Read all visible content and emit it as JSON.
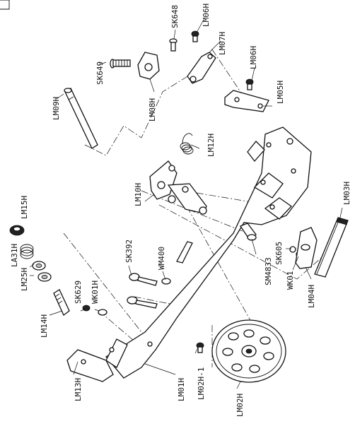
{
  "labels": {
    "SK648": "SK648",
    "LM06H_top": "LM06H",
    "LM07H": "LM07H",
    "LM06H_mid": "LM06H",
    "SK649": "SK649",
    "LM08H": "LM08H",
    "LM05H": "LM05H",
    "LM09H": "LM09H",
    "LM12H": "LM12H",
    "LM10H": "LM10H",
    "LM15H": "LM15H",
    "LA31H": "LA31H",
    "LM25H": "LM25H",
    "SK629": "SK629",
    "WK01H": "WK01H",
    "LM14H": "LM14H",
    "LM13H": "LM13H",
    "SK392": "SK392",
    "WM400": "WM400",
    "LM01H": "LM01H",
    "LM02H_1": "LM02H-1",
    "LM02H": "LM02H",
    "SK605": "SK605",
    "WK01": "WK01",
    "SM4833": "SM4833",
    "LM04H": "LM04H",
    "LM03H": "LM03H"
  }
}
